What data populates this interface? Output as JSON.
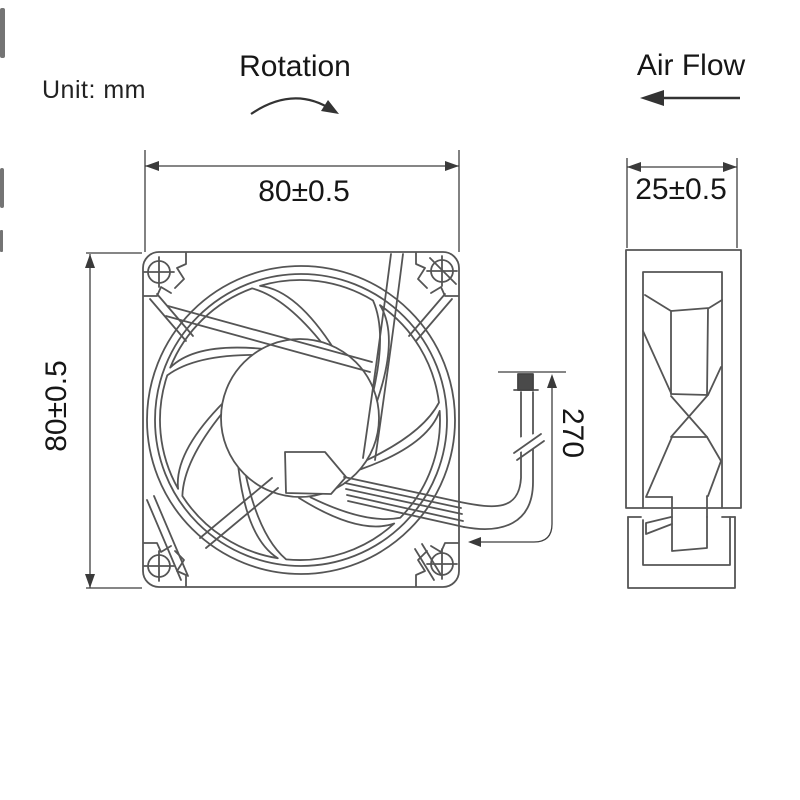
{
  "labels": {
    "unit": "Unit: mm",
    "rotation": "Rotation",
    "air_flow": "Air Flow"
  },
  "dimensions": {
    "front_width": "80±0.5",
    "front_height": "80±0.5",
    "side_depth": "25±0.5",
    "wire_length": "270"
  },
  "drawing": {
    "views": [
      "front-view",
      "side-view"
    ],
    "blade_count": 7,
    "screw_holes": 4
  },
  "colors": {
    "line": "#555555",
    "dim_line": "#3f3f3f",
    "text": "#161616",
    "connector_fill": "#4a4a4a",
    "background": "#ffffff"
  }
}
